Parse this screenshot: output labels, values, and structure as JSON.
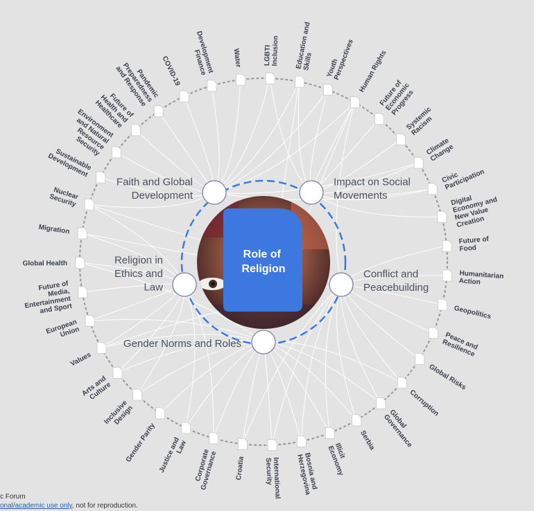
{
  "center": {
    "title_lines": [
      "Role of",
      "Religion"
    ],
    "accent": "#3d78e0",
    "ring_color": "#3d78e0"
  },
  "inner_nodes": [
    {
      "id": "faith",
      "lines": [
        "Faith and Global",
        "Development"
      ]
    },
    {
      "id": "impact",
      "lines": [
        "Impact on Social",
        "Movements"
      ]
    },
    {
      "id": "conflict",
      "lines": [
        "Conflict and",
        "Peacebuilding"
      ]
    },
    {
      "id": "gender",
      "lines": [
        "Gender Norms and Roles"
      ]
    },
    {
      "id": "ethics",
      "lines": [
        "Religion in",
        "Ethics and",
        "Law"
      ]
    }
  ],
  "outer_nodes": [
    {
      "id": "lgbti",
      "lines": [
        "LGBTI",
        "Inclusion"
      ]
    },
    {
      "id": "education",
      "lines": [
        "Education and",
        "Skills"
      ]
    },
    {
      "id": "youth",
      "lines": [
        "Youth",
        "Perspectives"
      ]
    },
    {
      "id": "human_rights",
      "lines": [
        "Human Rights"
      ]
    },
    {
      "id": "future_econ",
      "lines": [
        "Future of",
        "Economic",
        "Progress"
      ]
    },
    {
      "id": "systemic_racism",
      "lines": [
        "Systemic",
        "Racism"
      ]
    },
    {
      "id": "climate",
      "lines": [
        "Climate",
        "Change"
      ]
    },
    {
      "id": "civic",
      "lines": [
        "Civic",
        "Participation"
      ]
    },
    {
      "id": "digital",
      "lines": [
        "Digital",
        "Economy and",
        "New Value",
        "Creation"
      ]
    },
    {
      "id": "food",
      "lines": [
        "Future of",
        "Food"
      ]
    },
    {
      "id": "humanitarian",
      "lines": [
        "Humanitarian",
        "Action"
      ]
    },
    {
      "id": "geopolitics",
      "lines": [
        "Geopolitics"
      ]
    },
    {
      "id": "peace",
      "lines": [
        "Peace and",
        "Resilience"
      ]
    },
    {
      "id": "global_risks",
      "lines": [
        "Global Risks"
      ]
    },
    {
      "id": "corruption",
      "lines": [
        "Corruption"
      ]
    },
    {
      "id": "global_gov",
      "lines": [
        "Global",
        "Governance"
      ]
    },
    {
      "id": "serbia",
      "lines": [
        "Serbia"
      ]
    },
    {
      "id": "illicit",
      "lines": [
        "Illicit",
        "Economy"
      ]
    },
    {
      "id": "bosnia",
      "lines": [
        "Bosnia and",
        "Herzegovina"
      ]
    },
    {
      "id": "intl_security",
      "lines": [
        "International",
        "Security"
      ]
    },
    {
      "id": "croatia",
      "lines": [
        "Croatia"
      ]
    },
    {
      "id": "corp_gov",
      "lines": [
        "Corporate",
        "Governance"
      ]
    },
    {
      "id": "justice",
      "lines": [
        "Justice and",
        "Law"
      ]
    },
    {
      "id": "gender_parity",
      "lines": [
        "Gender Parity"
      ]
    },
    {
      "id": "inclusive_design",
      "lines": [
        "Inclusive",
        "Design"
      ]
    },
    {
      "id": "arts",
      "lines": [
        "Arts and",
        "Culture"
      ]
    },
    {
      "id": "values",
      "lines": [
        "Values"
      ]
    },
    {
      "id": "eu",
      "lines": [
        "European",
        "Union"
      ]
    },
    {
      "id": "media",
      "lines": [
        "Future of",
        "Media,",
        "Entertainment",
        "and Sport"
      ]
    },
    {
      "id": "global_health",
      "lines": [
        "Global Health"
      ]
    },
    {
      "id": "migration",
      "lines": [
        "Migration"
      ]
    },
    {
      "id": "nuclear",
      "lines": [
        "Nuclear",
        "Security"
      ]
    },
    {
      "id": "sustainable",
      "lines": [
        "Sustainable",
        "Development"
      ]
    },
    {
      "id": "environment",
      "lines": [
        "Environment",
        "and Natural",
        "Resource",
        "Security"
      ]
    },
    {
      "id": "future_health",
      "lines": [
        "Future of",
        "Health and",
        "Healthcare"
      ]
    },
    {
      "id": "pandemic",
      "lines": [
        "Pandemic",
        "Preparedness",
        "and Response"
      ]
    },
    {
      "id": "covid",
      "lines": [
        "COVID-19"
      ]
    },
    {
      "id": "dev_finance",
      "lines": [
        "Development",
        "Finance"
      ]
    },
    {
      "id": "water",
      "lines": [
        "Water"
      ]
    }
  ],
  "connections": [
    [
      "faith",
      "lgbti"
    ],
    [
      "faith",
      "education"
    ],
    [
      "faith",
      "youth"
    ],
    [
      "faith",
      "human_rights"
    ],
    [
      "faith",
      "dev_finance"
    ],
    [
      "faith",
      "water"
    ],
    [
      "faith",
      "covid"
    ],
    [
      "faith",
      "pandemic"
    ],
    [
      "faith",
      "future_health"
    ],
    [
      "faith",
      "environment"
    ],
    [
      "faith",
      "sustainable"
    ],
    [
      "faith",
      "climate"
    ],
    [
      "faith",
      "nuclear"
    ],
    [
      "faith",
      "civic"
    ],
    [
      "impact",
      "lgbti"
    ],
    [
      "impact",
      "education"
    ],
    [
      "impact",
      "youth"
    ],
    [
      "impact",
      "human_rights"
    ],
    [
      "impact",
      "future_econ"
    ],
    [
      "impact",
      "systemic_racism"
    ],
    [
      "impact",
      "climate"
    ],
    [
      "impact",
      "civic"
    ],
    [
      "impact",
      "digital"
    ],
    [
      "conflict",
      "humanitarian"
    ],
    [
      "conflict",
      "geopolitics"
    ],
    [
      "conflict",
      "peace"
    ],
    [
      "conflict",
      "global_risks"
    ],
    [
      "conflict",
      "corruption"
    ],
    [
      "conflict",
      "global_gov"
    ],
    [
      "conflict",
      "serbia"
    ],
    [
      "conflict",
      "illicit"
    ],
    [
      "conflict",
      "bosnia"
    ],
    [
      "conflict",
      "intl_security"
    ],
    [
      "conflict",
      "croatia"
    ],
    [
      "conflict",
      "food"
    ],
    [
      "conflict",
      "human_rights"
    ],
    [
      "conflict",
      "nuclear"
    ],
    [
      "conflict",
      "migration"
    ],
    [
      "conflict",
      "values"
    ],
    [
      "gender",
      "gender_parity"
    ],
    [
      "gender",
      "inclusive_design"
    ],
    [
      "gender",
      "justice"
    ],
    [
      "gender",
      "corp_gov"
    ],
    [
      "gender",
      "arts"
    ],
    [
      "gender",
      "values"
    ],
    [
      "gender",
      "eu"
    ],
    [
      "gender",
      "croatia"
    ],
    [
      "gender",
      "bosnia"
    ],
    [
      "gender",
      "intl_security"
    ],
    [
      "gender",
      "serbia"
    ],
    [
      "gender",
      "global_gov"
    ],
    [
      "gender",
      "human_rights"
    ],
    [
      "gender",
      "education"
    ],
    [
      "gender",
      "illicit"
    ],
    [
      "gender",
      "corruption"
    ],
    [
      "gender",
      "global_health"
    ],
    [
      "ethics",
      "migration"
    ],
    [
      "ethics",
      "global_health"
    ],
    [
      "ethics",
      "media"
    ],
    [
      "ethics",
      "eu"
    ],
    [
      "ethics",
      "values"
    ],
    [
      "ethics",
      "justice"
    ],
    [
      "ethics",
      "corp_gov"
    ],
    [
      "ethics",
      "nuclear"
    ],
    [
      "ethics",
      "arts"
    ],
    [
      "ethics",
      "inclusive_design"
    ]
  ],
  "footer": {
    "line1": "c Forum",
    "link_text": "onal/academic use only",
    "line2_rest": ", not for reproduction."
  },
  "colors": {
    "background": "#e3e3e3",
    "link_line": "#ffffff",
    "dotted_ring": "#9a9a9a",
    "inner_node_stroke": "#8a8fa8"
  }
}
